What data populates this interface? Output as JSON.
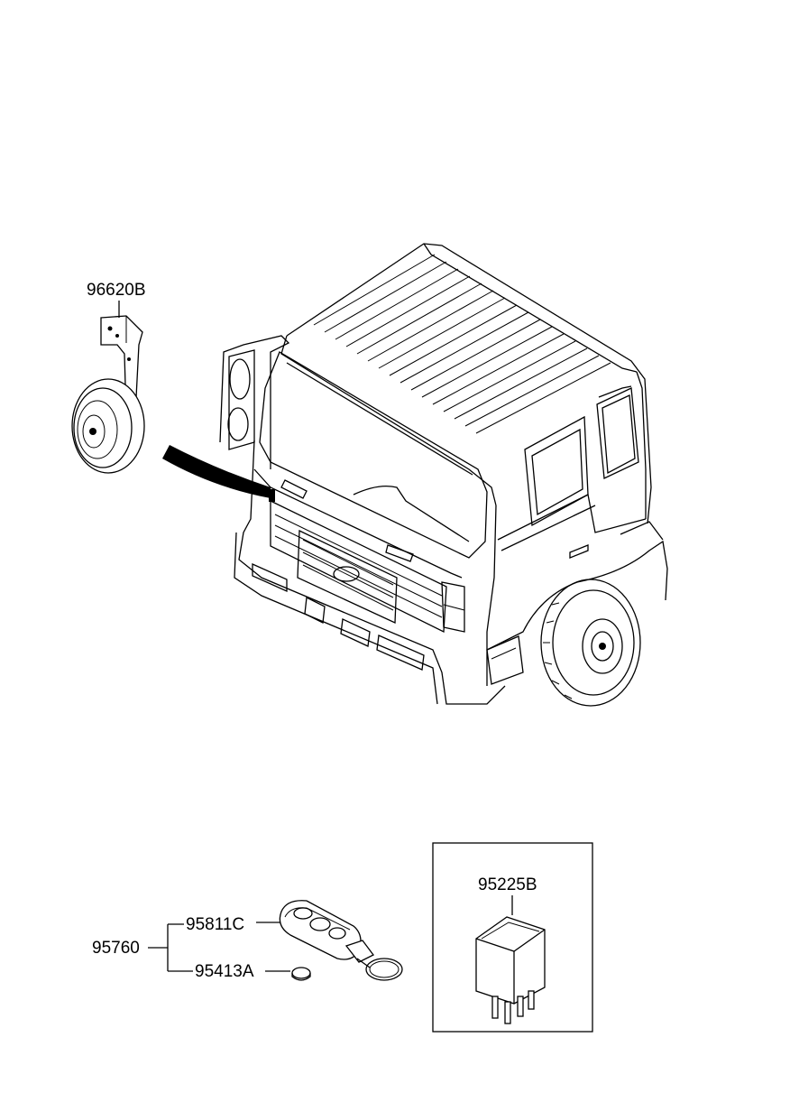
{
  "labels": {
    "horn": "96620B",
    "transmitter_set": "95760",
    "transmitter": "95811C",
    "battery": "95413A",
    "relay": "95225B"
  }
}
